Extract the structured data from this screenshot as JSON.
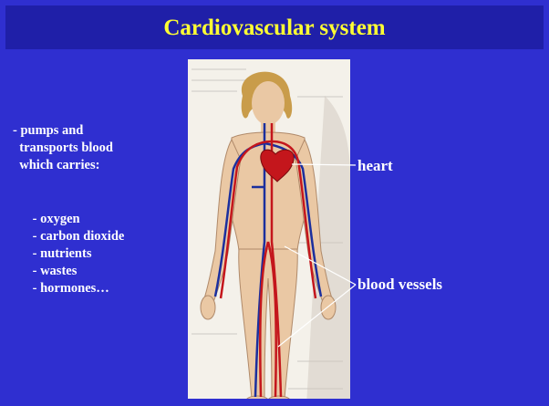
{
  "slide": {
    "title": "Cardiovascular system",
    "intro_lines": [
      "- pumps and",
      "  transports blood",
      "  which carries:"
    ],
    "items": [
      " - oxygen",
      " - carbon dioxide",
      " - nutrients",
      " - wastes",
      " - hormones…"
    ],
    "labels": {
      "heart": "heart",
      "vessels": "blood vessels"
    }
  },
  "colors": {
    "background": "#2f2fd0",
    "title_bar": "#1f1fa8",
    "title_text": "#ffff33",
    "body_text": "#ffffff",
    "artery": "#c4161c",
    "vein": "#1b2f9e",
    "skin": "#eac8a4"
  },
  "icons": {
    "figure": "human-anatomy-illustration"
  }
}
